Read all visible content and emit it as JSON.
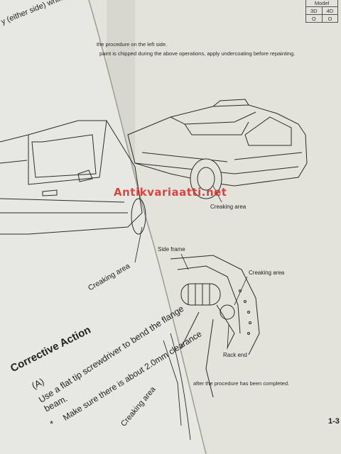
{
  "back_page": {
    "instructions": [
      "the procedure on the left side.",
      "paint is chipped during the above operations, apply undercoating before repainting."
    ],
    "labels": {
      "creaking_area_top": "Creaking area",
      "side_frame": "Side frame",
      "creaking_area_frame": "Creaking area",
      "rack_end": "Rack end"
    },
    "footer_note": "after the procedure has been completed.",
    "page_number": "1-3",
    "model_table": {
      "header": "Model",
      "columns": [
        "3D",
        "4D"
      ],
      "marks": [
        "O",
        "O"
      ]
    }
  },
  "front_page": {
    "top_line": "y (either side) while driving",
    "creaking_area_left": "Creaking area",
    "heading": "Corrective Action",
    "step_id": "(A)",
    "step_text_1": "Use a flat tip screwdriver to bend the flange",
    "step_text_2": "beam.",
    "bullet": "*",
    "bullet_text": "Make sure there is about 2.0mm clearance",
    "creaking_area_bottom": "Creaking area"
  },
  "watermark": "Antikvariaatti.net"
}
